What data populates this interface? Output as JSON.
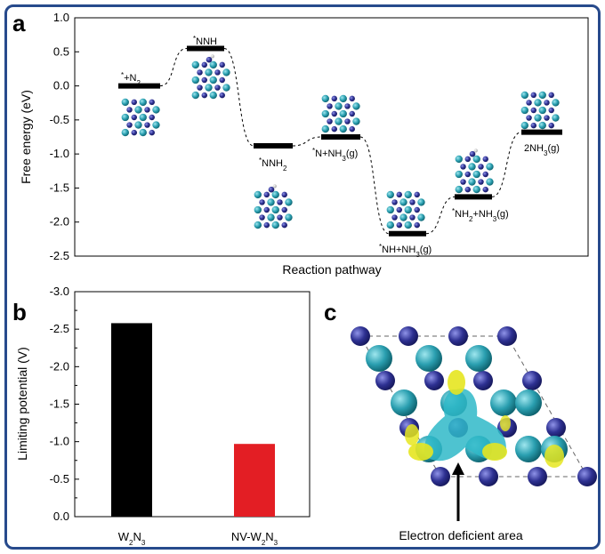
{
  "panels": {
    "a": "a",
    "b": "b",
    "c": "c"
  },
  "colors": {
    "frame": "#274a8c",
    "bar_w2n3": "#000000",
    "bar_nv": "#e31e24",
    "atom_w": "#2a9fb0",
    "atom_n": "#2e3192",
    "charge": "#e6e620"
  },
  "chart_data": [
    {
      "type": "line",
      "title": "",
      "xlabel": "Reaction pathway",
      "ylabel": "Free energy (eV)",
      "ylim": [
        -2.5,
        1.0
      ],
      "yticks": [
        "1.0",
        "0.5",
        "0.0",
        "-0.5",
        "-1.0",
        "-1.5",
        "-2.0",
        "-2.5"
      ],
      "points": [
        {
          "label": "*+N2",
          "y": 0.0
        },
        {
          "label": "*NNH",
          "y": 0.55
        },
        {
          "label": "*NNH2",
          "y": -0.88
        },
        {
          "label": "*N+NH3(g)",
          "y": -0.75
        },
        {
          "label": "*NH+NH3(g)",
          "y": -2.17
        },
        {
          "label": "*NH2+NH3(g)",
          "y": -1.63
        },
        {
          "label": "2NH3(g)",
          "y": -0.68
        }
      ]
    },
    {
      "type": "bar",
      "title": "",
      "xlabel": "",
      "ylabel": "Limiting potential (V)",
      "ylim": [
        0.0,
        -3.0
      ],
      "yticks": [
        "-3.0",
        "-2.5",
        "-2.0",
        "-1.5",
        "-1.0",
        "-0.5",
        "0.0"
      ],
      "categories": [
        "W2N3",
        "NV-W2N3"
      ],
      "values": [
        -2.58,
        -0.97
      ]
    }
  ],
  "panel_c": {
    "annotation": "Electron deficient area"
  }
}
